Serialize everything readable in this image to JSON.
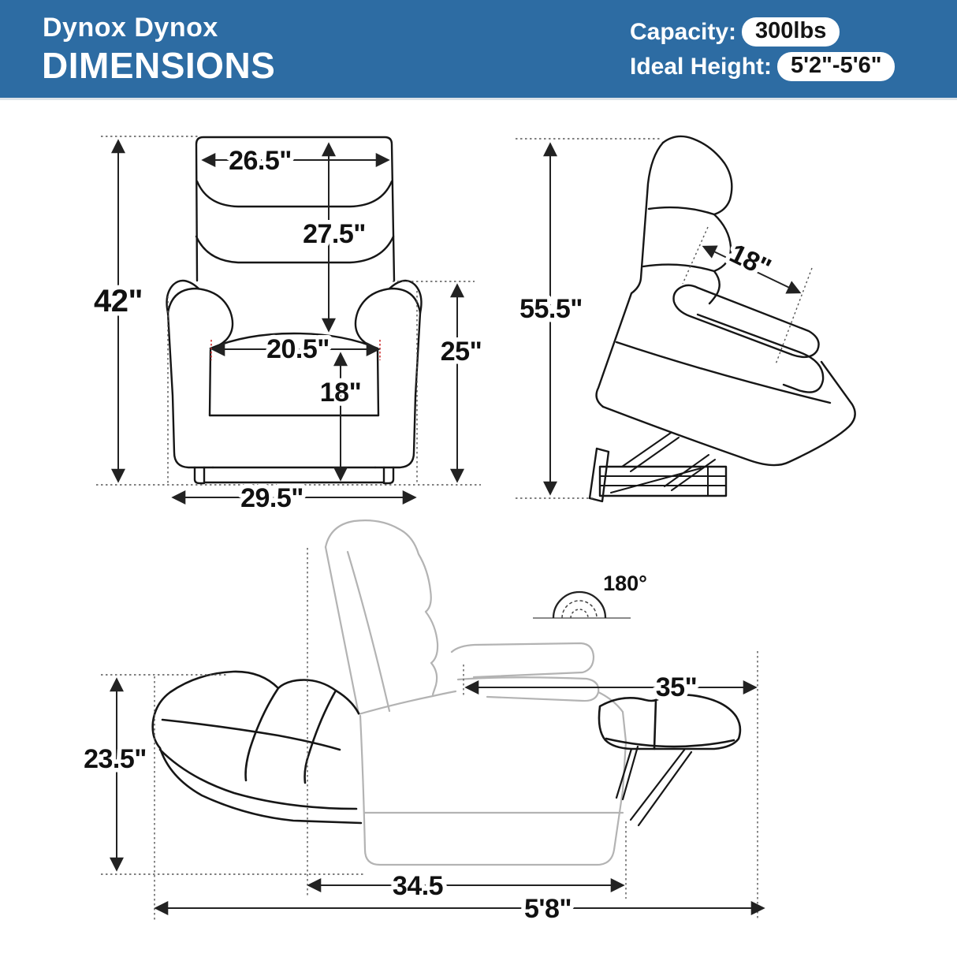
{
  "header": {
    "brand": "Dynox Dynox",
    "title": "DIMENSIONS",
    "capacity_label": "Capacity:",
    "capacity_value": "300lbs",
    "ideal_height_label": "Ideal Height:",
    "ideal_height_value": "5'2\"-5'6\"",
    "bg_color": "#2d6ca3",
    "text_color": "#ffffff",
    "pill_bg": "#ffffff",
    "pill_text_color": "#141414"
  },
  "colors": {
    "chair_line": "#161616",
    "ghost_line": "#b3b3b3",
    "dimension_line": "#222222",
    "guide_line": "#555555",
    "red_tick": "#d03434"
  },
  "front_view": {
    "overall_height": "42\"",
    "headrest_width": "26.5\"",
    "backrest_height": "27.5\"",
    "seat_width": "20.5\"",
    "seat_front_height": "18\"",
    "armrest_height": "25\"",
    "overall_width": "29.5\""
  },
  "side_view": {
    "lift_height": "55.5\"",
    "seat_depth": "18\""
  },
  "recline_view": {
    "recline_angle": "180°",
    "backrest_height_reclined": "23.5\"",
    "footrest_extension": "35\"",
    "base_length": "34.5",
    "total_length": "5'8\""
  }
}
